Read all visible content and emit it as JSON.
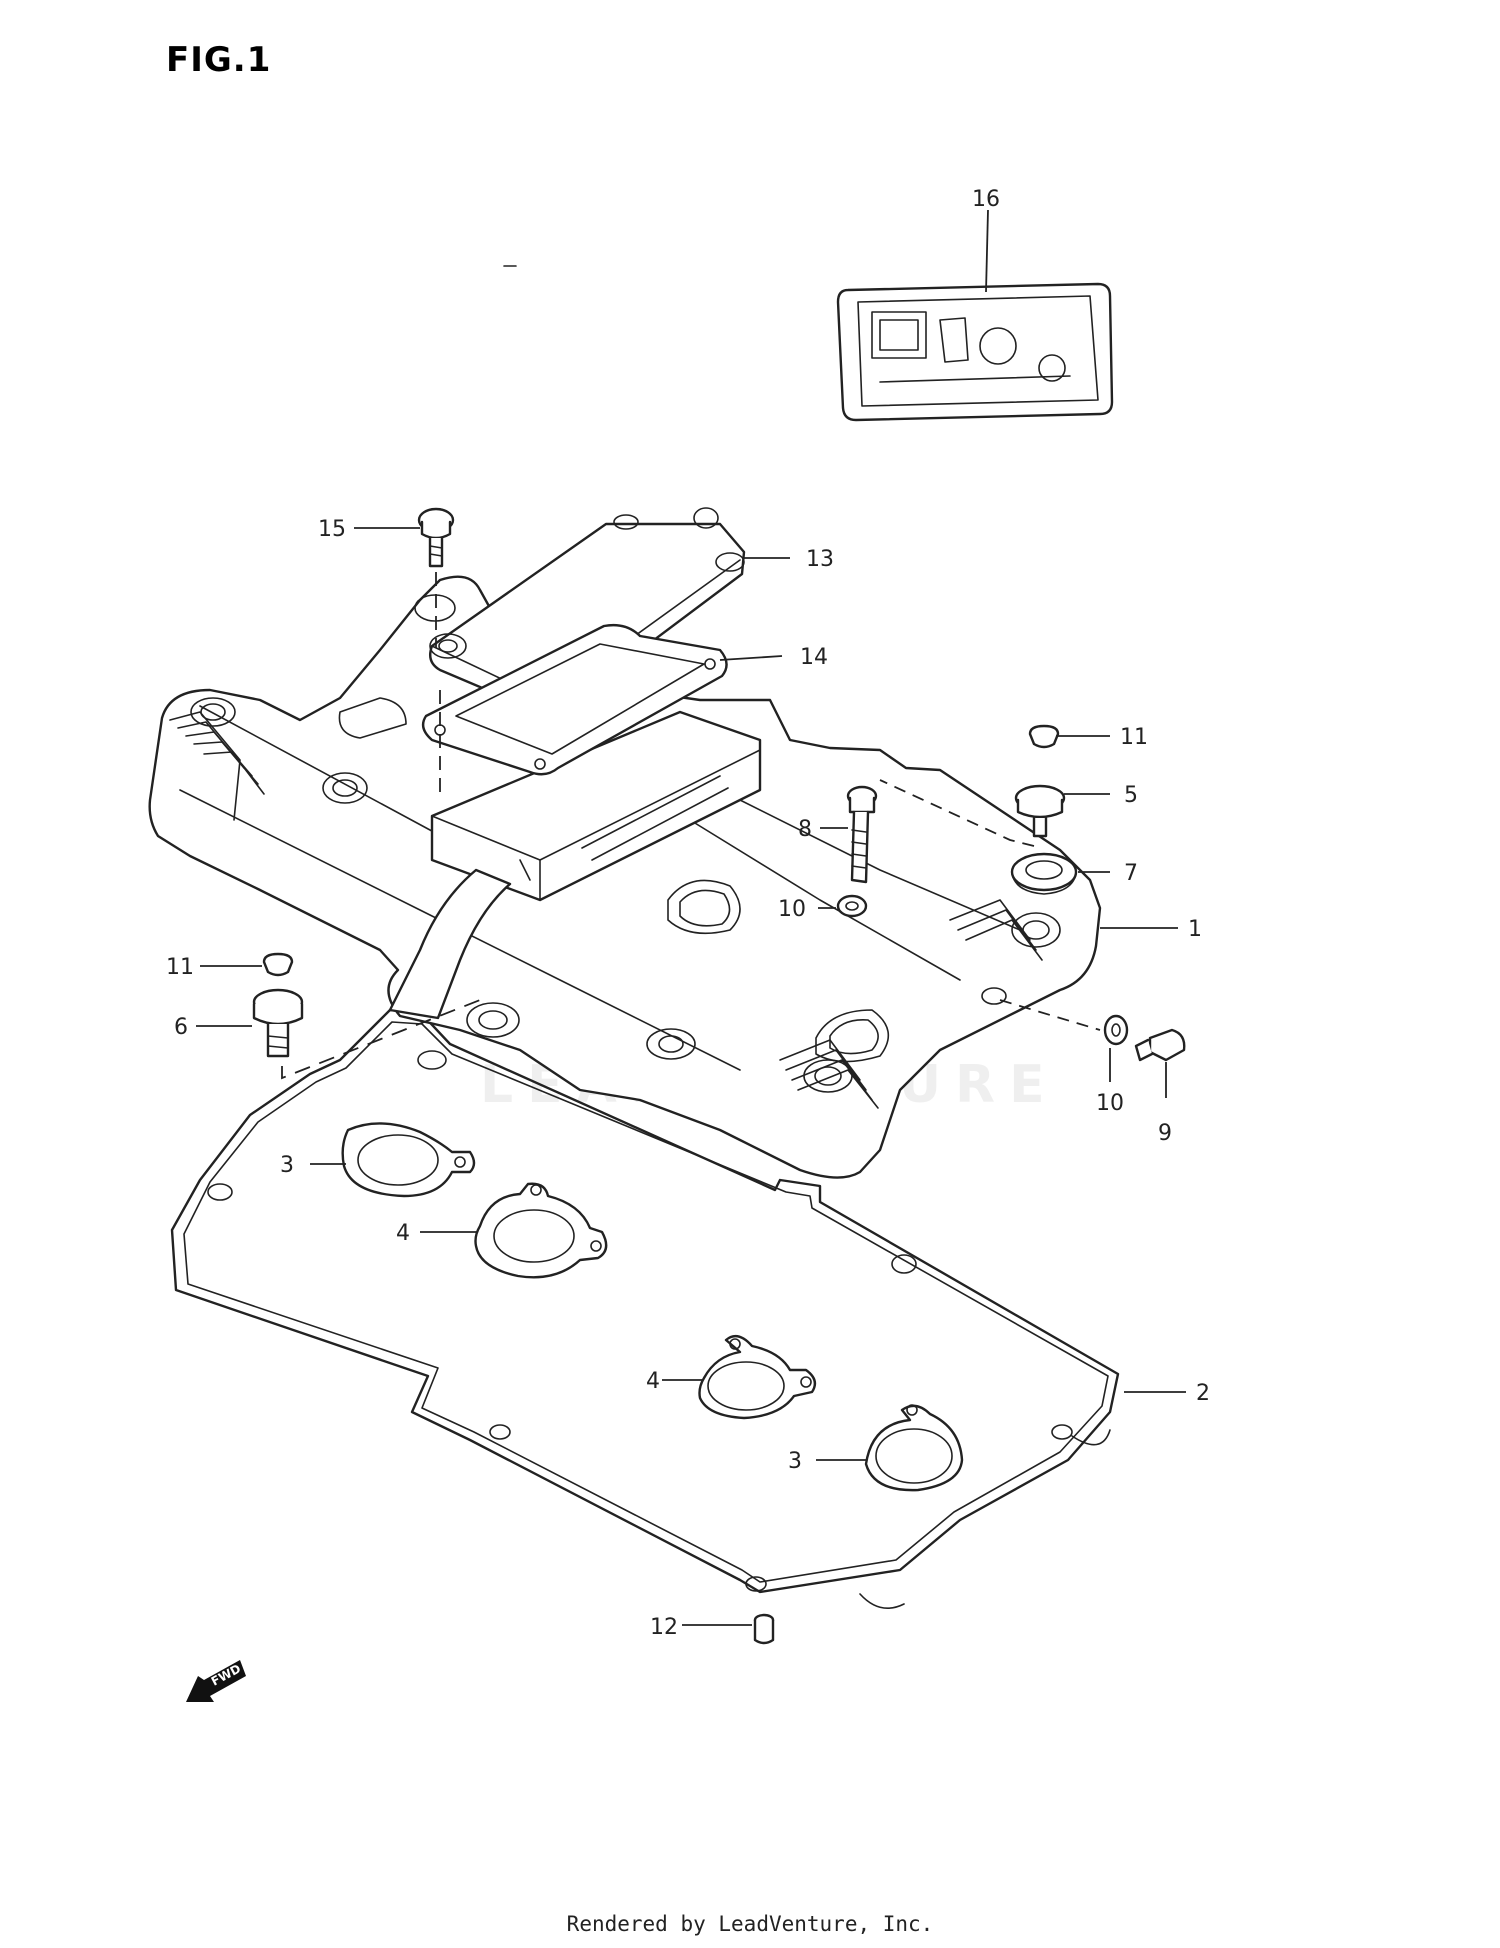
{
  "figure": {
    "title": "FIG.1"
  },
  "footer": {
    "text": "Rendered by LeadVenture, Inc."
  },
  "watermark": {
    "text": "LEADVENTURE"
  },
  "fwd_arrow": {
    "label": "FWD"
  },
  "callouts": {
    "c1": "1",
    "c2": "2",
    "c3a": "3",
    "c3b": "3",
    "c4a": "4",
    "c4b": "4",
    "c5": "5",
    "c6": "6",
    "c7": "7",
    "c8": "8",
    "c9": "9",
    "c10a": "10",
    "c10b": "10",
    "c11a": "11",
    "c11b": "11",
    "c12": "12",
    "c13": "13",
    "c14": "14",
    "c15": "15",
    "c16": "16"
  }
}
